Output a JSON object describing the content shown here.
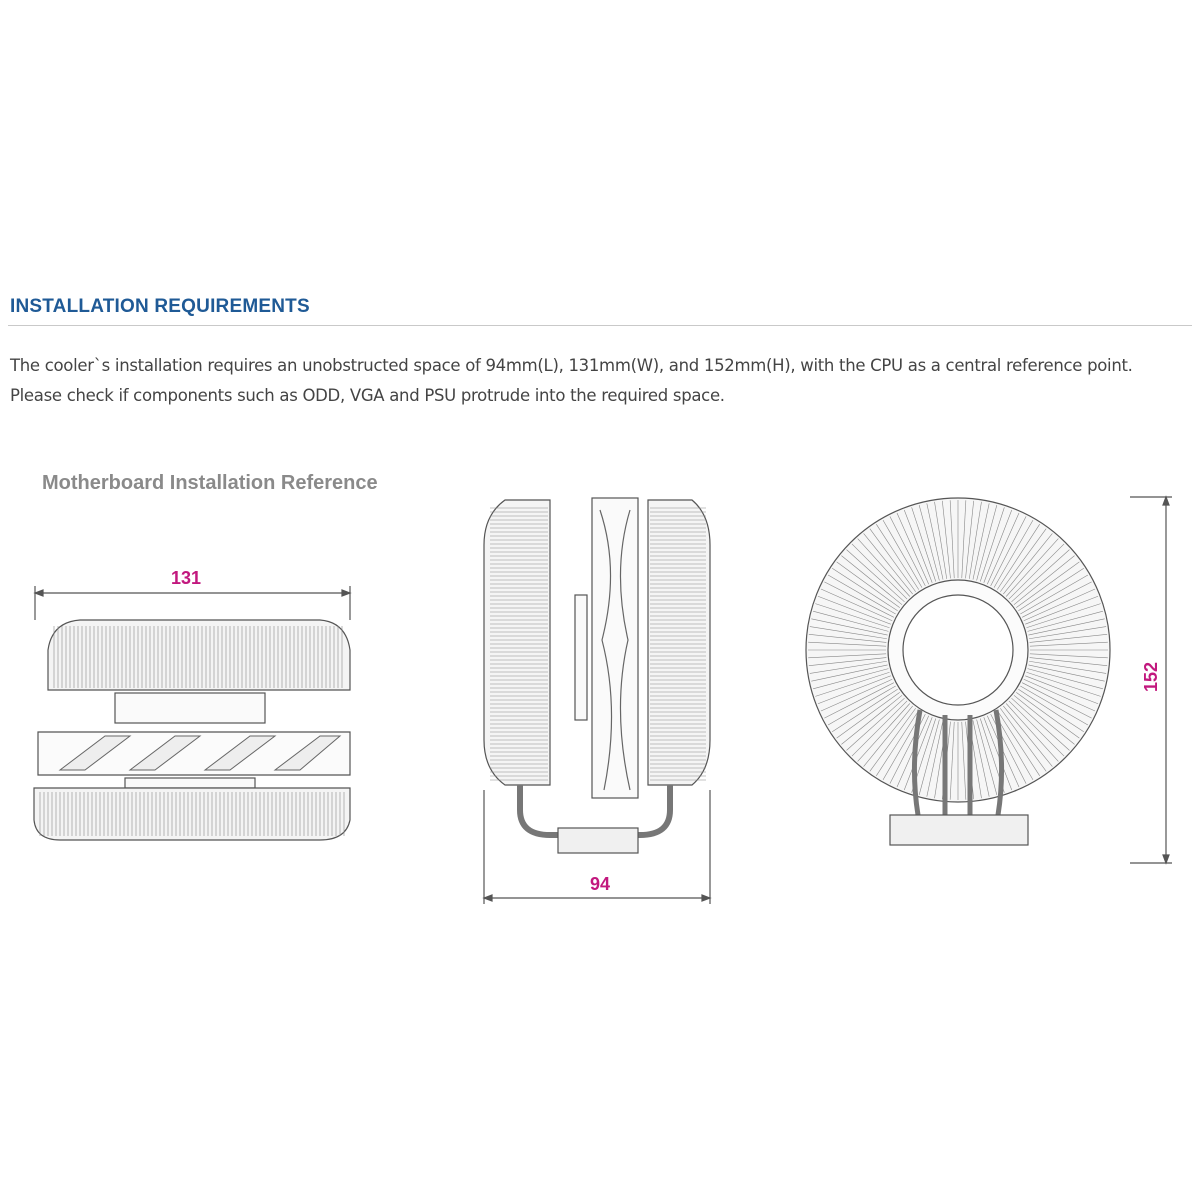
{
  "section": {
    "heading": "INSTALLATION REQUIREMENTS",
    "description": "The cooler`s installation requires an unobstructed space of 94mm(L), 131mm(W), and 152mm(H), with the CPU as a central reference point. Please check if components such as ODD, VGA and PSU protrude into the required space.",
    "reference_title": "Motherboard Installation Reference"
  },
  "dimensions": {
    "width": "131",
    "length": "94",
    "height": "152"
  },
  "colors": {
    "heading": "#1f5a96",
    "dimension_label": "#c2187e",
    "line_art": "#555555"
  }
}
